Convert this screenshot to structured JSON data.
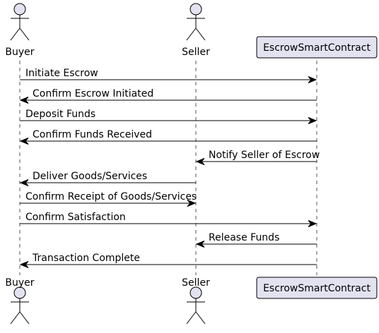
{
  "diagram": {
    "type": "sequence",
    "colors": {
      "participant_fill": "#e2e2f0",
      "line": "#000000",
      "lifeline": "#555555",
      "background": "#ffffff"
    },
    "participants": [
      {
        "id": "buyer",
        "kind": "actor",
        "label": "Buyer"
      },
      {
        "id": "seller",
        "kind": "actor",
        "label": "Seller"
      },
      {
        "id": "escrow",
        "kind": "participant",
        "label": "EscrowSmartContract"
      }
    ],
    "messages": [
      {
        "from": "buyer",
        "to": "escrow",
        "label": "Initiate Escrow"
      },
      {
        "from": "escrow",
        "to": "buyer",
        "label": "Confirm Escrow Initiated"
      },
      {
        "from": "buyer",
        "to": "escrow",
        "label": "Deposit Funds"
      },
      {
        "from": "escrow",
        "to": "buyer",
        "label": "Confirm Funds Received"
      },
      {
        "from": "escrow",
        "to": "seller",
        "label": "Notify Seller of Escrow"
      },
      {
        "from": "seller",
        "to": "buyer",
        "label": "Deliver Goods/Services"
      },
      {
        "from": "buyer",
        "to": "seller",
        "label": "Confirm Receipt of Goods/Services"
      },
      {
        "from": "buyer",
        "to": "escrow",
        "label": "Confirm Satisfaction"
      },
      {
        "from": "escrow",
        "to": "seller",
        "label": "Release Funds"
      },
      {
        "from": "escrow",
        "to": "buyer",
        "label": "Transaction Complete"
      }
    ]
  }
}
